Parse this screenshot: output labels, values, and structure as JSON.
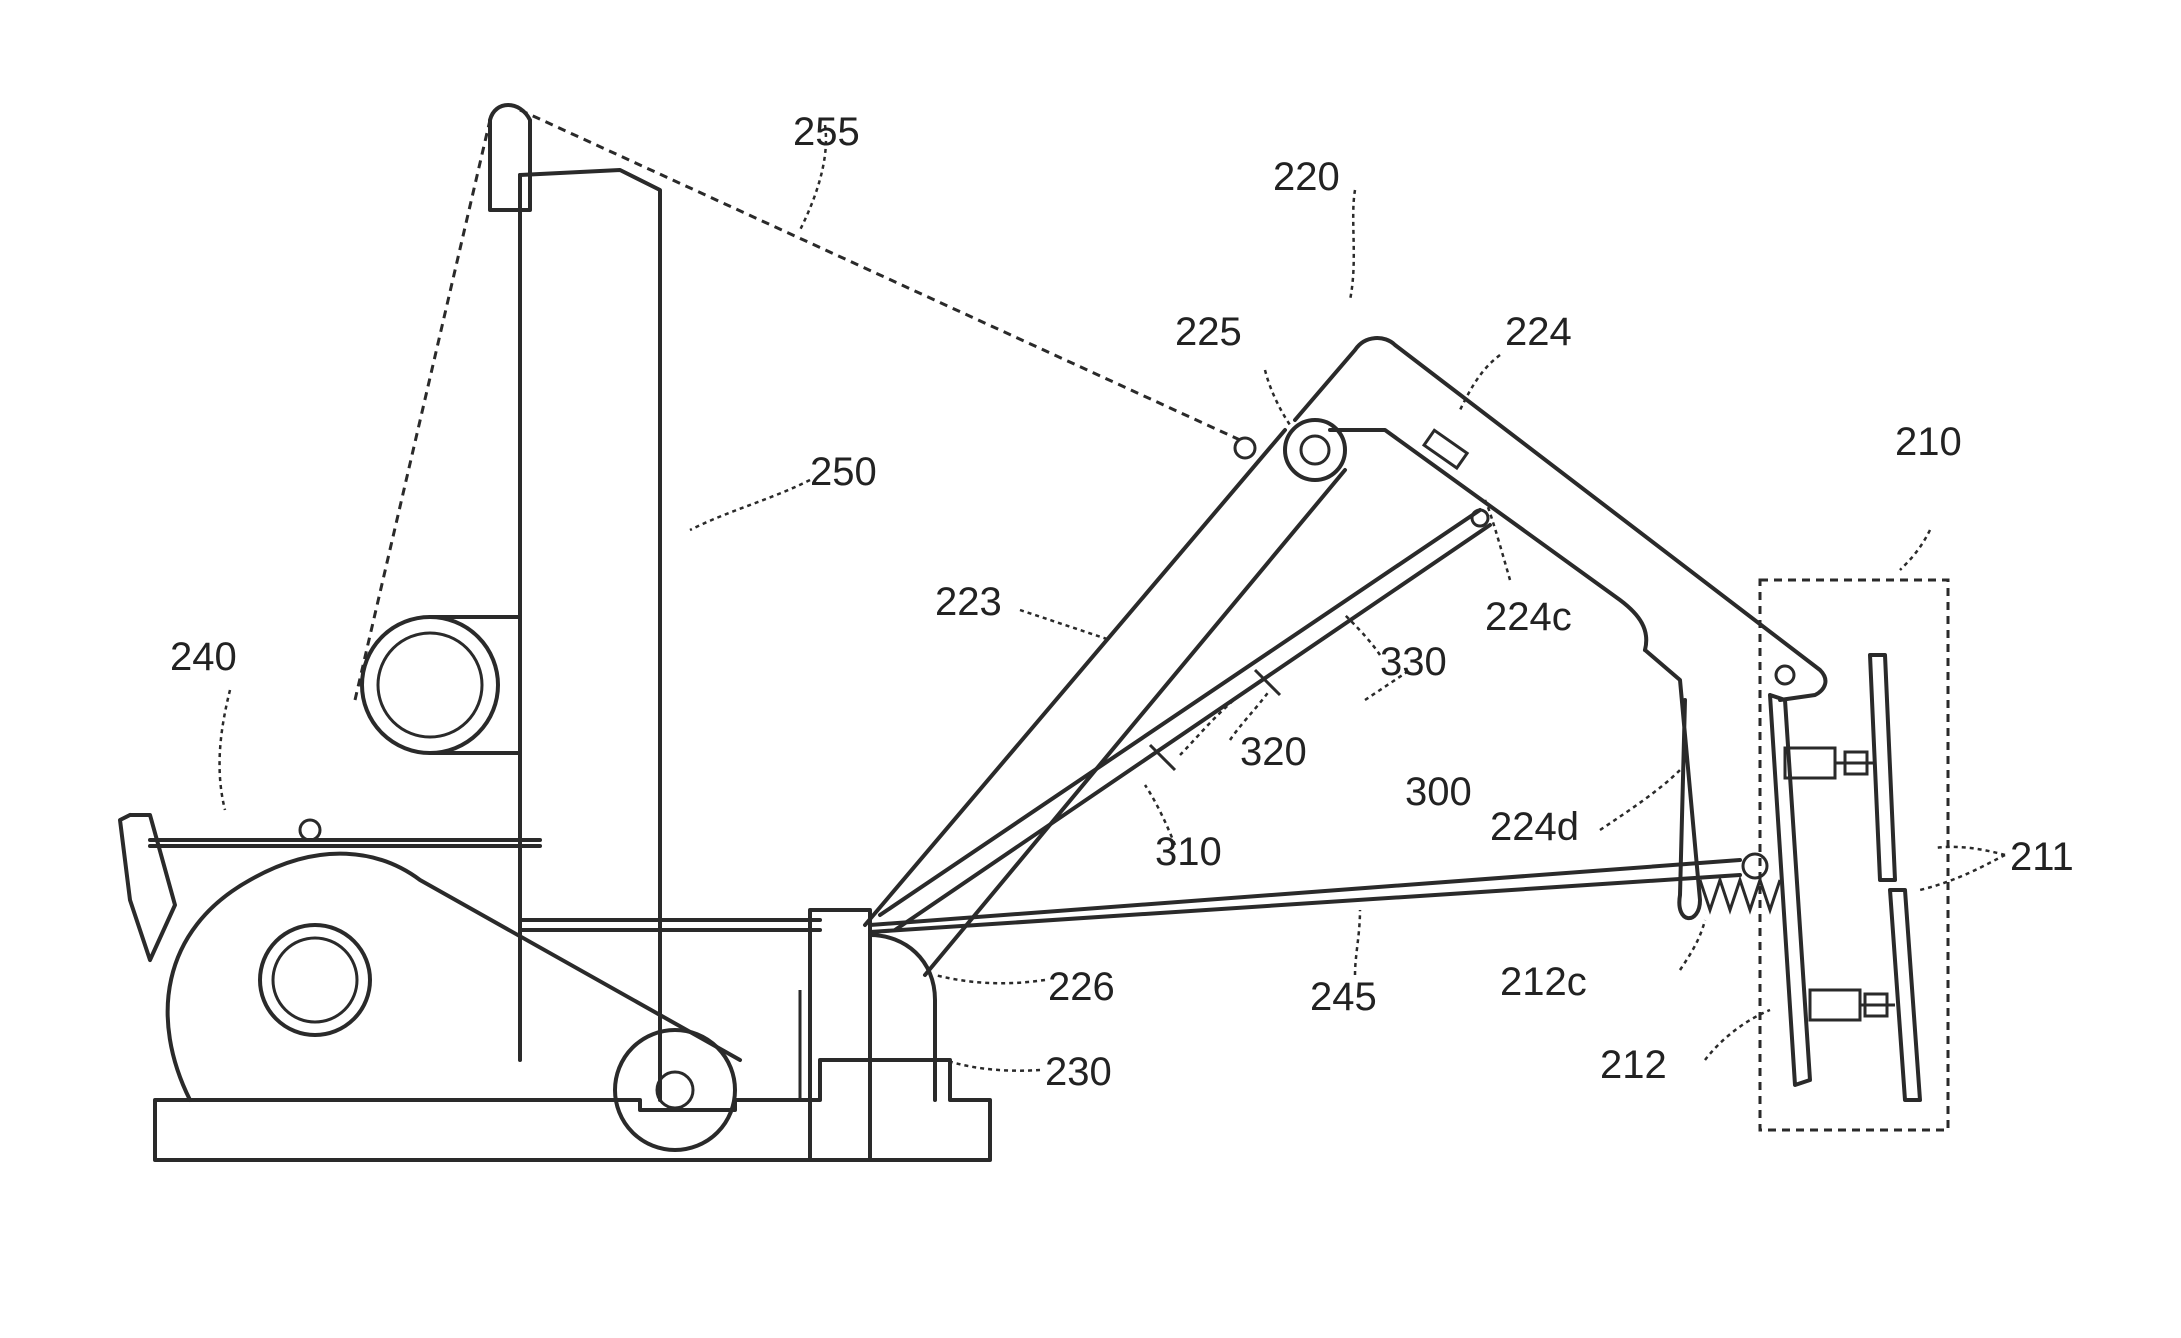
{
  "labels": {
    "l255": "255",
    "l220": "220",
    "l225": "225",
    "l224": "224",
    "l250": "250",
    "l210": "210",
    "l223": "223",
    "l224c": "224c",
    "l330": "330",
    "l240": "240",
    "l320": "320",
    "l300": "300",
    "l224d": "224d",
    "l310": "310",
    "l211": "211",
    "l226": "226",
    "l245": "245",
    "l212c": "212c",
    "l230": "230",
    "l212": "212"
  }
}
